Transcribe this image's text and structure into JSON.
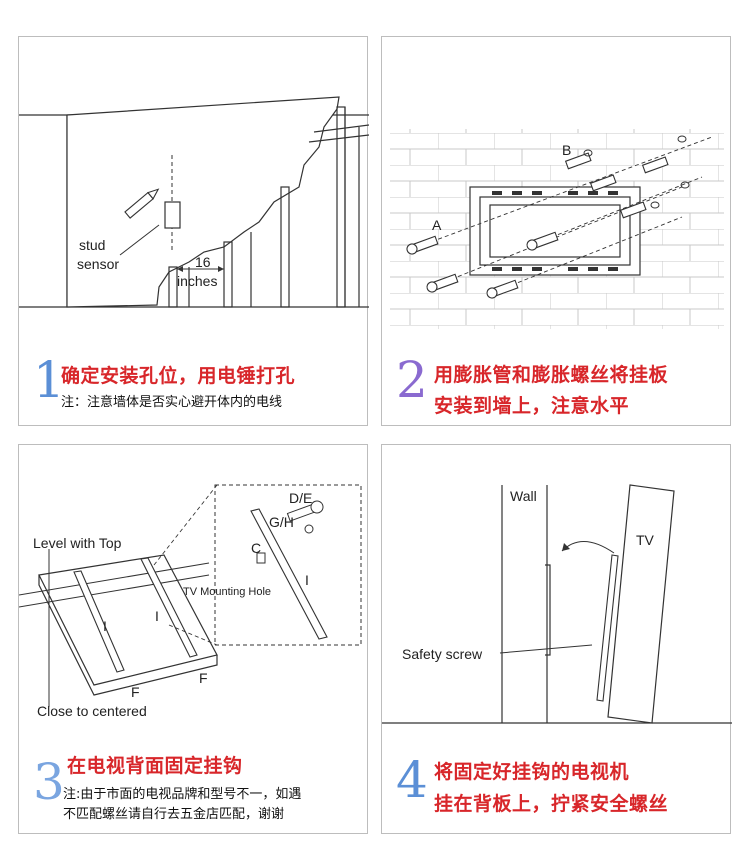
{
  "steps": [
    {
      "number": "1",
      "title": "确定安装孔位，用电锤打孔",
      "note": "注：注意墙体是否实心避开体内的电线",
      "labels": {
        "stud": "stud",
        "sensor": "sensor",
        "distance": "16",
        "unit": "inches"
      }
    },
    {
      "number": "2",
      "title_line1": "用膨胀管和膨胀螺丝将挂板",
      "title_line2": "安装到墙上，注意水平",
      "labels": {
        "a": "A",
        "b": "B"
      }
    },
    {
      "number": "3",
      "title": "在电视背面固定挂钩",
      "note_line1": "注:由于市面的电视品牌和型号不一，如遇",
      "note_line2": "不匹配螺丝请自行去五金店匹配，谢谢",
      "labels": {
        "level": "Level with Top",
        "close": "Close to centered",
        "f_left": "F",
        "f_right": "F",
        "i_left": "I",
        "i_right": "I",
        "i_detail": "I",
        "de": "D/E",
        "gh": "G/H",
        "c": "C",
        "mounting_hole": "TV Mounting Hole"
      }
    },
    {
      "number": "4",
      "title_line1": "将固定好挂钩的电视机",
      "title_line2": "挂在背板上，拧紧安全螺丝",
      "labels": {
        "wall": "Wall",
        "tv": "TV",
        "safety": "Safety screw"
      }
    }
  ],
  "colors": {
    "title": "#d8262a",
    "line": "#333333",
    "panel_border": "#bdbdbd"
  }
}
